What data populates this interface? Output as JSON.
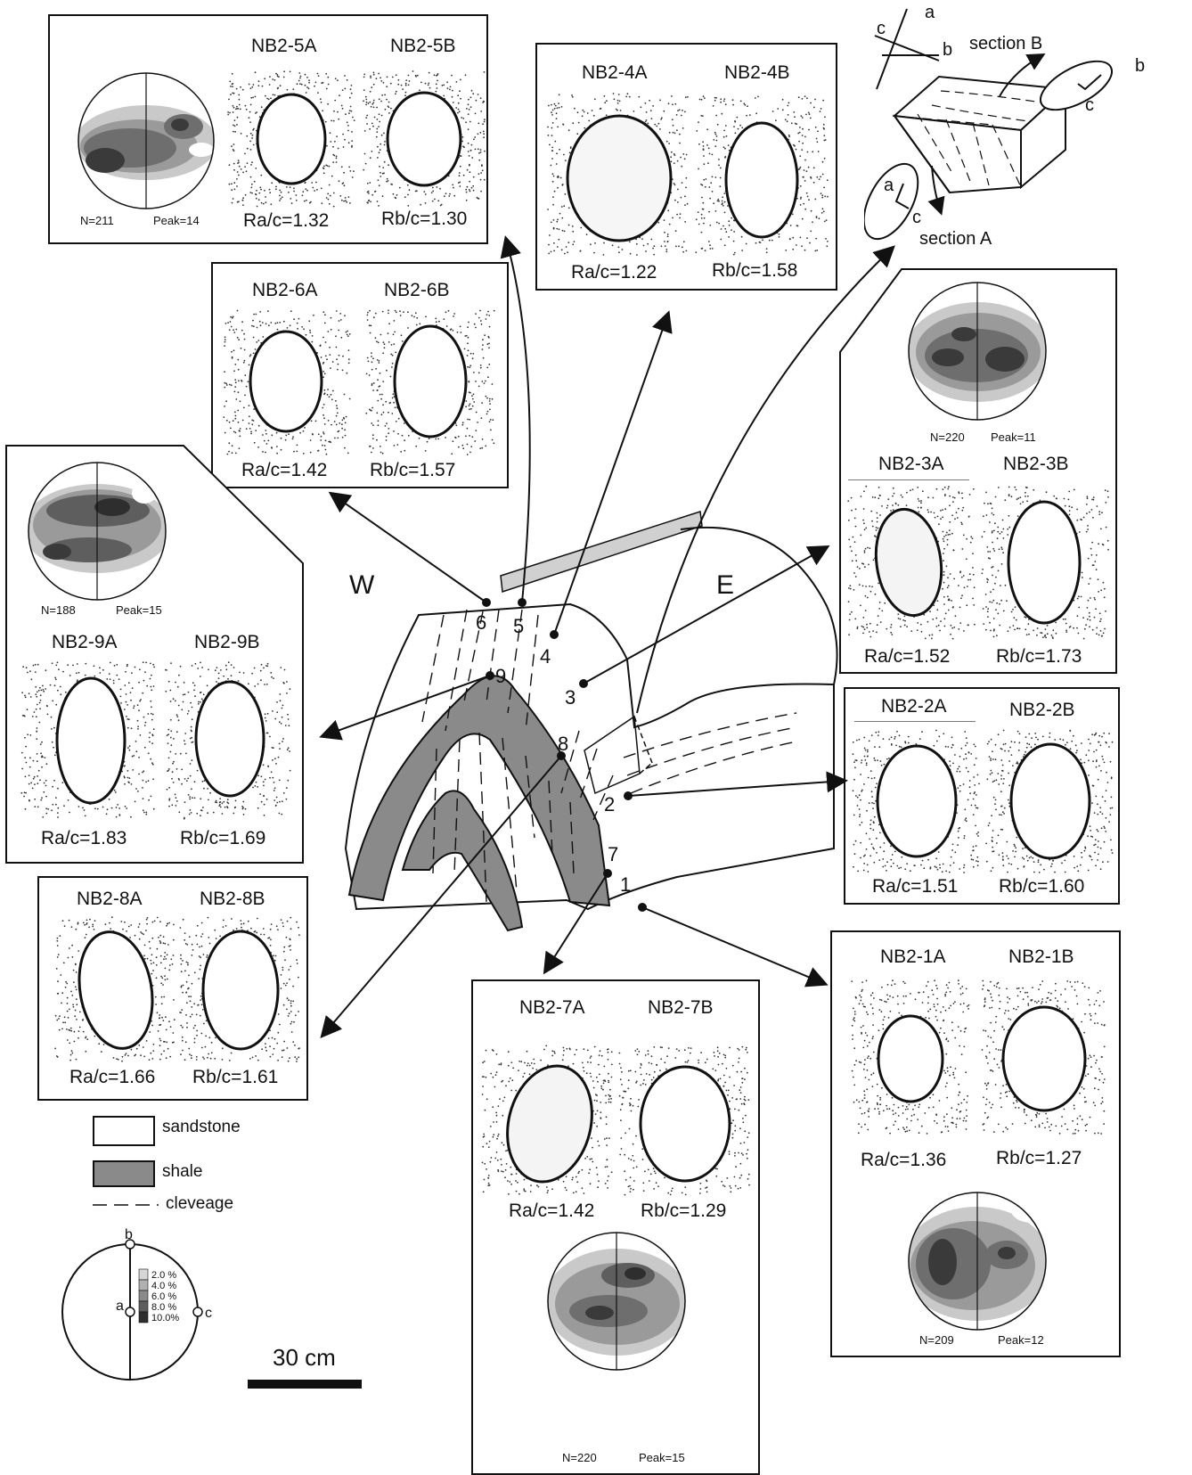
{
  "samples": {
    "s5": {
      "a": "NB2-5A",
      "b": "NB2-5B",
      "ra": "Ra/c=1.32",
      "rb": "Rb/c=1.30",
      "n": "N=211",
      "peak": "Peak=14"
    },
    "s4": {
      "a": "NB2-4A",
      "b": "NB2-4B",
      "ra": "Ra/c=1.22",
      "rb": "Rb/c=1.58"
    },
    "s6": {
      "a": "NB2-6A",
      "b": "NB2-6B",
      "ra": "Ra/c=1.42",
      "rb": "Rb/c=1.57"
    },
    "s9": {
      "a": "NB2-9A",
      "b": "NB2-9B",
      "ra": "Ra/c=1.83",
      "rb": "Rb/c=1.69",
      "n": "N=188",
      "peak": "Peak=15"
    },
    "s8": {
      "a": "NB2-8A",
      "b": "NB2-8B",
      "ra": "Ra/c=1.66",
      "rb": "Rb/c=1.61"
    },
    "s3": {
      "a": "NB2-3A",
      "b": "NB2-3B",
      "ra": "Ra/c=1.52",
      "rb": "Rb/c=1.73",
      "n": "N=220",
      "peak": "Peak=11"
    },
    "s2": {
      "a": "NB2-2A",
      "b": "NB2-2B",
      "ra": "Ra/c=1.51",
      "rb": "Rb/c=1.60"
    },
    "s7": {
      "a": "NB2-7A",
      "b": "NB2-7B",
      "ra": "Ra/c=1.42",
      "rb": "Rb/c=1.29",
      "n": "N=220",
      "peak": "Peak=15"
    },
    "s1": {
      "a": "NB2-1A",
      "b": "NB2-1B",
      "ra": "Ra/c=1.36",
      "rb": "Rb/c=1.27",
      "n": "N=209",
      "peak": "Peak=12"
    }
  },
  "fold": {
    "west": "W",
    "east": "E",
    "points": [
      "1",
      "2",
      "3",
      "4",
      "5",
      "6",
      "7",
      "8",
      "9"
    ]
  },
  "axes": {
    "a": "a",
    "b": "b",
    "c": "c",
    "section_a": "section A",
    "section_b": "section B"
  },
  "legend": {
    "sandstone": "sandstone",
    "shale": "shale",
    "cleavage": "cleveage"
  },
  "contour_scale": {
    "levels": [
      "2.0 %",
      "4.0 %",
      "6.0 %",
      "8.0 %",
      "10.0%"
    ],
    "colors": [
      "#d6d6d6",
      "#b0b0b0",
      "#8a8a8a",
      "#5e5e5e",
      "#2e2e2e"
    ]
  },
  "scale_bar": "30 cm"
}
